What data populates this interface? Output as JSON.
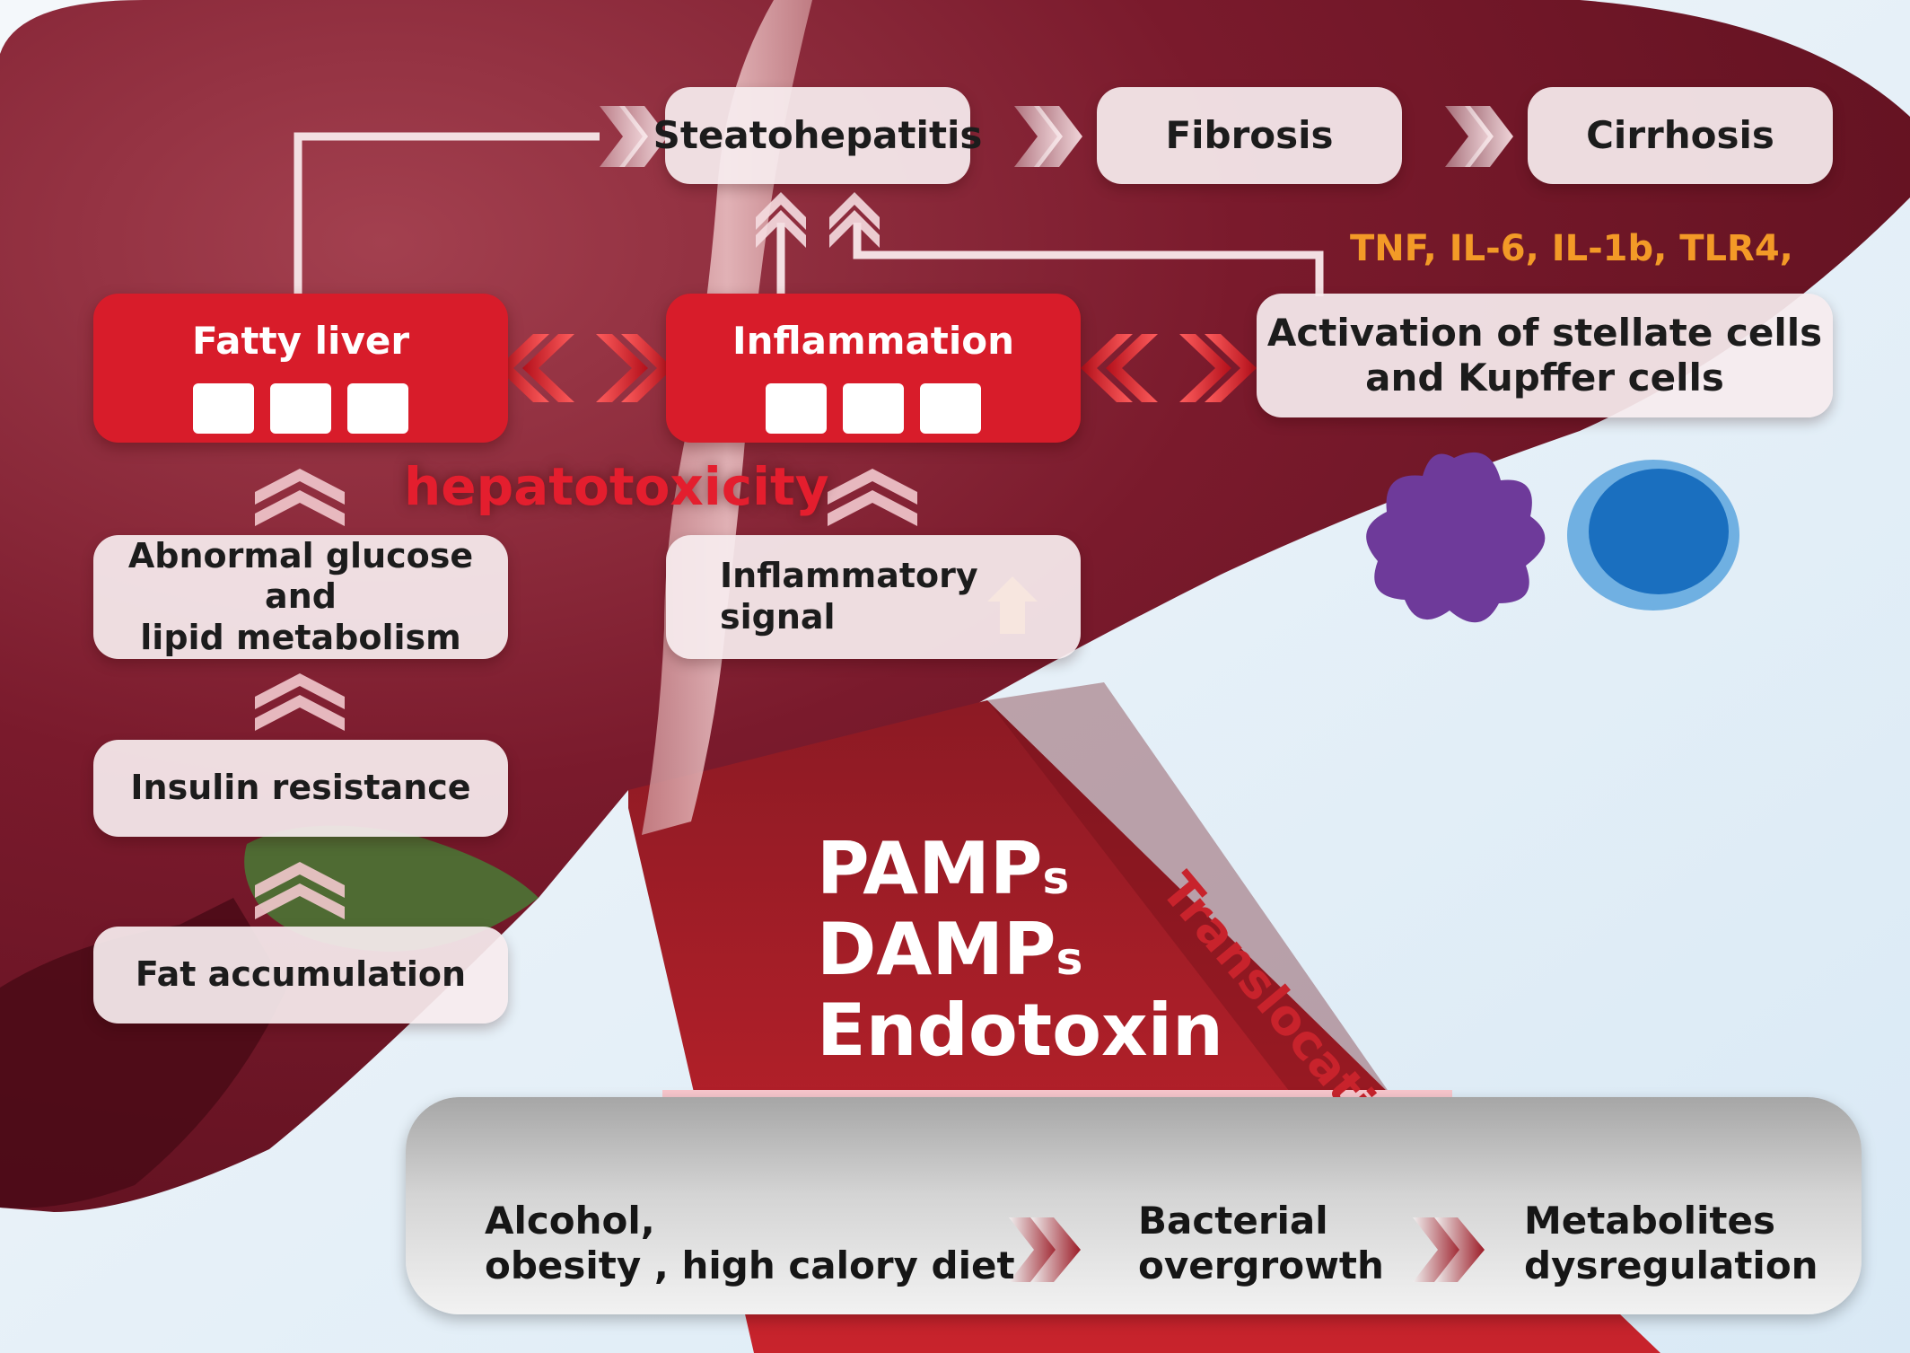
{
  "stages": {
    "steatohepatitis": "Steatohepatitis",
    "fibrosis": "Fibrosis",
    "cirrhosis": "Cirrhosis"
  },
  "fatty_liver": "Fatty liver",
  "inflammation": "Inflammation",
  "activation": [
    "Activation of stellate cells",
    "and Kupffer cells"
  ],
  "cytokines": "TNF, IL-6, IL-1b, TLR4,",
  "hepatotoxicity": "hepatotoxicity",
  "abnormal_metabolism": [
    "Abnormal glucose and",
    "lipid metabolism"
  ],
  "inflammatory_signal": [
    "Inflammatory",
    "signal"
  ],
  "insulin_resistance": "Insulin resistance",
  "fat_accumulation": "Fat accumulation",
  "pamps": {
    "line1_main": "PAMP",
    "line1_sub": "s",
    "line2_main": "DAMP",
    "line2_sub": "s",
    "line3": "Endotoxin"
  },
  "translocation": "Translocation",
  "gut": {
    "cause": [
      "Alcohol,",
      "obesity , high calory diet"
    ],
    "bacterial": [
      "Bacterial",
      "overgrowth"
    ],
    "metabolites": [
      "Metabolites",
      "dysregulation"
    ]
  },
  "colors": {
    "liver": "#7a1a2c",
    "red_box": "#d81c2a",
    "light_box": "#f6ecee",
    "cytokine_text": "#f39a27",
    "gallbladder": "#4f6b33",
    "stellate_cell": "#6e3a9a",
    "kupffer_cell": "#1a6fbf"
  }
}
